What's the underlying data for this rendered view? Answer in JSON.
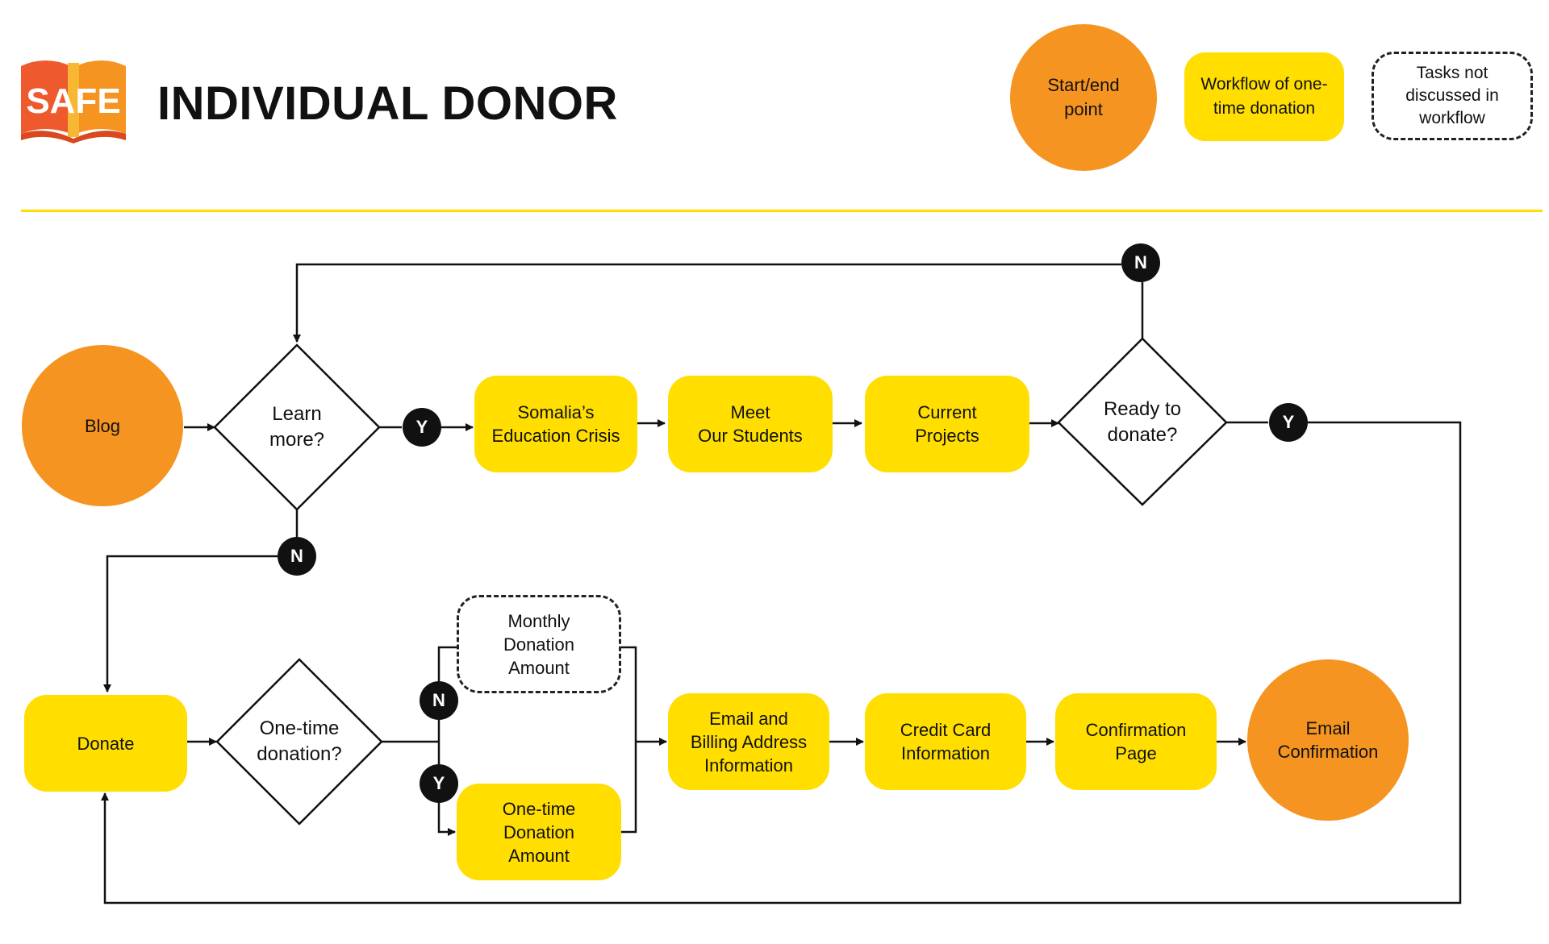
{
  "header": {
    "logo_text": "SAFE",
    "title": "INDIVIDUAL DONOR"
  },
  "legend": {
    "start_end": "Start/end\npoint",
    "workflow": "Workflow of one-\ntime donation",
    "not_discussed": "Tasks not\ndiscussed in\nworkflow"
  },
  "nodes": {
    "blog": "Blog",
    "learn_more": "Learn\nmore?",
    "somalia": "Somalia’s\nEducation Crisis",
    "meet_students": "Meet\nOur Students",
    "current_projects": "Current\nProjects",
    "ready_to_donate": "Ready to\ndonate?",
    "donate": "Donate",
    "one_time_q": "One-time\ndonation?",
    "monthly_amount": "Monthly\nDonation\nAmount",
    "one_time_amount": "One-time\nDonation\nAmount",
    "email_billing": "Email and\nBilling Address\nInformation",
    "credit_card": "Credit Card\nInformation",
    "confirmation_page": "Confirmation\nPage",
    "email_confirmation": "Email\nConfirmation"
  },
  "connectors": {
    "yes": "Y",
    "no": "N"
  },
  "colors": {
    "start_end": "#F59420",
    "workflow": "#FFDE00",
    "logo": "#EE5A2E",
    "yes_no_badge": "#111111",
    "divider": "#FFDE00"
  }
}
